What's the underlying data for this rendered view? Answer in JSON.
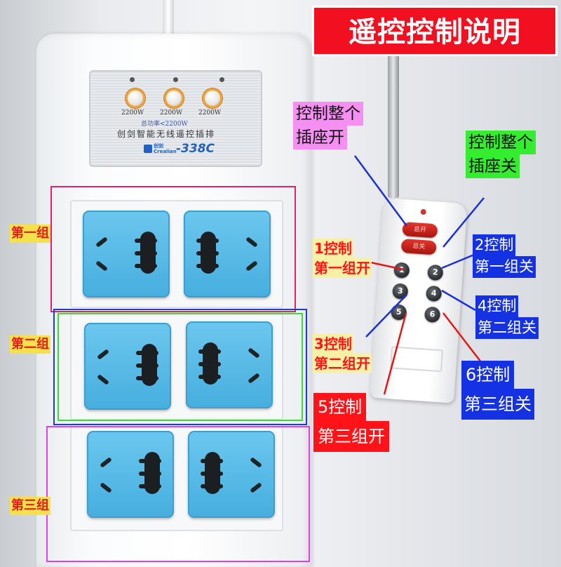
{
  "title": "遥控控制说明",
  "panel": {
    "button_labels": [
      "2200W",
      "2200W",
      "2200W"
    ],
    "total_power": "总功率<2200W",
    "product_name": "创剑智能无线遥控插排",
    "logo_top": "创剑",
    "logo_bottom": "Crealian",
    "model": "-338C"
  },
  "groups": [
    {
      "label": "第一组",
      "box_color": "#e0226e"
    },
    {
      "label": "第二组",
      "box_color": "#1f3bd6",
      "inner_color": "#33e02c"
    },
    {
      "label": "第三组",
      "box_color": "#e040e6"
    }
  ],
  "remote": {
    "master_on": "总开",
    "master_off": "总关",
    "buttons": [
      "1",
      "2",
      "3",
      "4",
      "5",
      "6"
    ]
  },
  "callouts": {
    "all_on_1": "控制整个",
    "all_on_2": "插座开",
    "all_off_1": "控制整个",
    "all_off_2": "插座关",
    "b1_1": "1控制",
    "b1_2": "第一组开",
    "b2_1": "2控制",
    "b2_2": "第一组关",
    "b3_1": "3控制",
    "b3_2": "第二组开",
    "b4_1": "4控制",
    "b4_2": "第二组关",
    "b5_1": "5控制",
    "b5_2": "第三组开",
    "b6_1": "6控制",
    "b6_2": "第三组关"
  },
  "colors": {
    "banner_red": "#f20f1f",
    "socket_blue": "#4fb4e3",
    "callout_blue": "#1432e4",
    "callout_red": "#ff1318",
    "callout_pink": "#f58ff2",
    "callout_green": "#35ed2f",
    "arrow_blue": "#1b2fd8",
    "arrow_red": "#e81414"
  }
}
